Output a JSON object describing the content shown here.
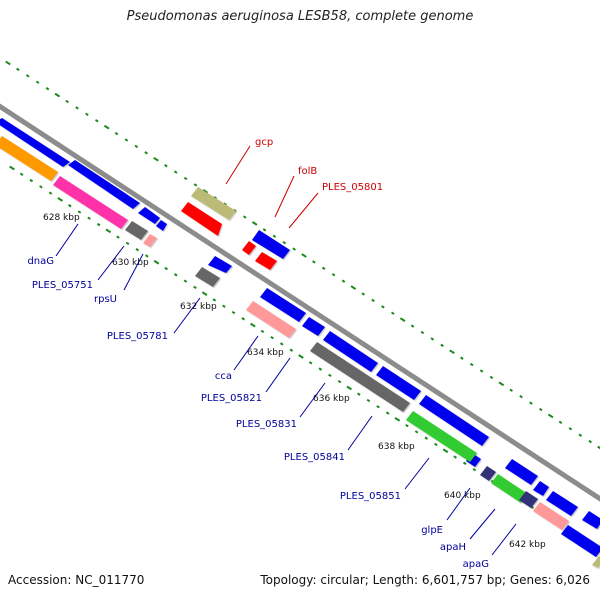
{
  "title": "Pseudomonas aeruginosa LESB58, complete genome",
  "accession_text": "Accession: NC_011770",
  "topology_text": "Topology: circular; Length: 6,601,757 bp; Genes: 6,026",
  "colors": {
    "backbone": "#8c8c8c",
    "tick_green": "#1a8a1a",
    "label_blue": "#00009b",
    "label_red": "#cc0000",
    "gene_blue": "#0000ee",
    "gene_orange": "#ff9900",
    "gene_magenta": "#ff33aa",
    "gene_gray": "#666666",
    "gene_pink": "#ff9999",
    "gene_olive": "#bbbb77",
    "gene_red": "#ff0000",
    "gene_green": "#33cc33",
    "gene_navy": "#333377"
  },
  "scale_labels": [
    "628 kbp",
    "630 kbp",
    "632 kbp",
    "634 kbp",
    "636 kbp",
    "638 kbp",
    "640 kbp",
    "642 kbp"
  ],
  "gene_labels_forward": [
    "gcp",
    "folB",
    "PLES_05801"
  ],
  "gene_labels_reverse": [
    "dnaG",
    "PLES_05751",
    "rpsU",
    "PLES_05781",
    "cca",
    "PLES_05821",
    "PLES_05831",
    "PLES_05841",
    "PLES_05851",
    "glpE",
    "apaH",
    "apaG"
  ]
}
